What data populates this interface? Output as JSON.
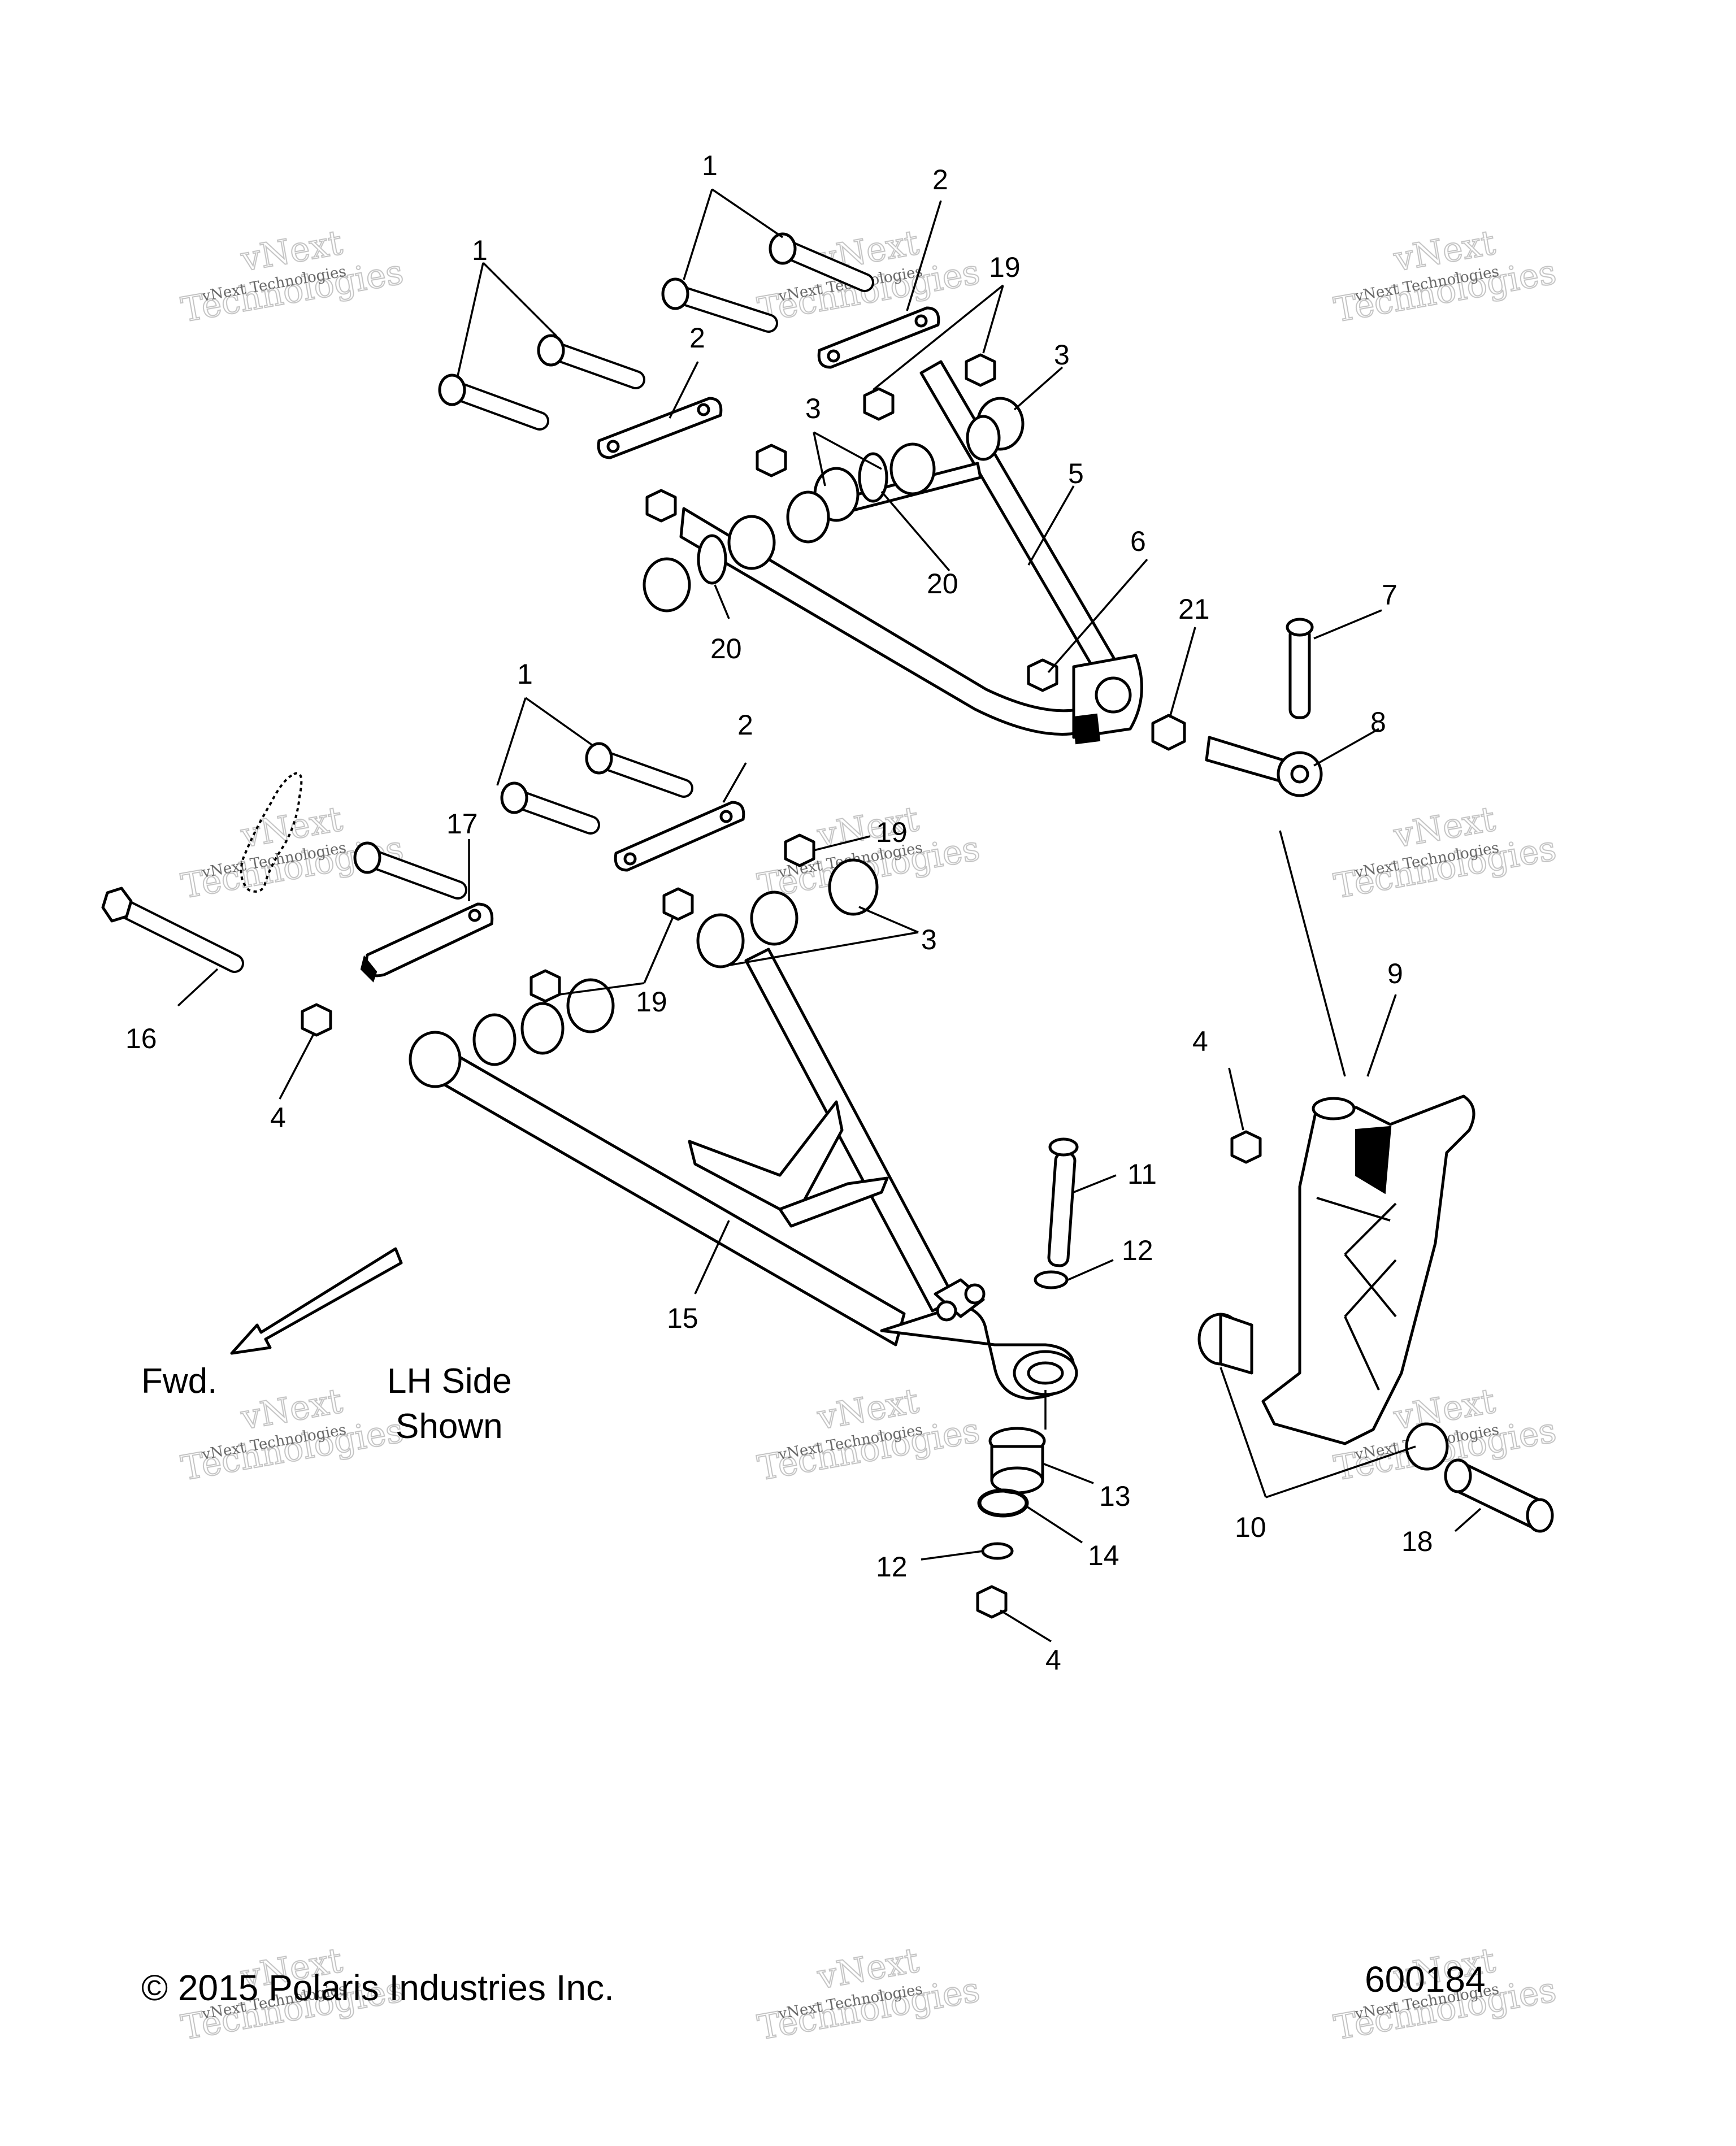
{
  "callouts": {
    "c1a": "1",
    "c1b": "1",
    "c1c": "1",
    "c2a": "2",
    "c2b": "2",
    "c2c": "2",
    "c3a": "3",
    "c3b": "3",
    "c3c": "3",
    "c4a": "4",
    "c4b": "4",
    "c4c": "4",
    "c5": "5",
    "c6": "6",
    "c7": "7",
    "c8": "8",
    "c9": "9",
    "c10": "10",
    "c11": "11",
    "c12a": "12",
    "c12b": "12",
    "c13": "13",
    "c14": "14",
    "c15": "15",
    "c16": "16",
    "c17": "17",
    "c18": "18",
    "c19a": "19",
    "c19b": "19",
    "c19c": "19",
    "c20a": "20",
    "c20b": "20",
    "c21": "21"
  },
  "captions": {
    "forward": "Fwd.",
    "side_line1": "LH Side",
    "side_line2": "Shown"
  },
  "footer": {
    "copyright": "© 2015 Polaris Industries Inc.",
    "figure_id": "600184"
  },
  "watermark": {
    "small": "vNext Technologies",
    "big_line1": "vNext",
    "big_line2": "Technologies"
  }
}
